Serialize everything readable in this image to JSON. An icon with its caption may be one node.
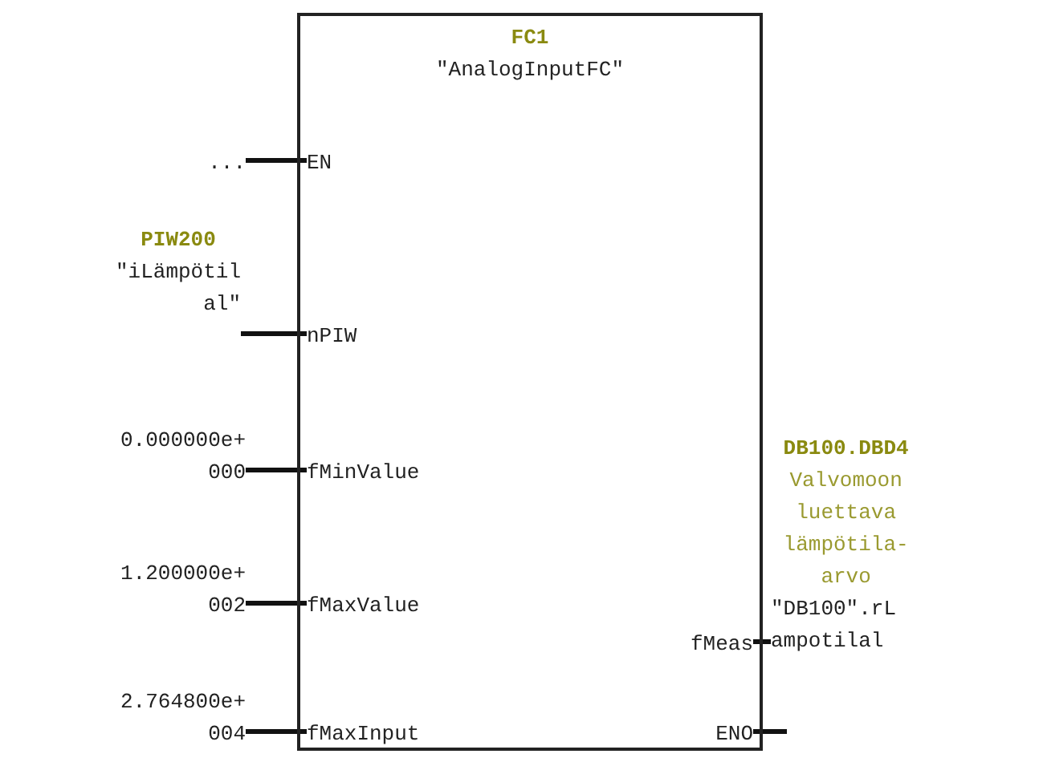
{
  "diagram": {
    "nodes": [
      {
        "text": [
          "FC1",
          "\"AnalogInputFC\""
        ]
      },
      {
        "text": [
          "EN"
        ],
        "in": 0
      },
      {
        "text": [
          "nPIW"
        ],
        "in": 0
      },
      {
        "text": [
          "fMinValue"
        ],
        "in": 0
      },
      {
        "text": [
          "fMaxValue"
        ],
        "in": 0
      },
      {
        "text": [
          "fMaxInput"
        ],
        "in": 0
      },
      {
        "text": [
          "fMeas"
        ],
        "in": 0
      },
      {
        "text": [
          "ENO"
        ],
        "in": 0
      },
      {
        "text": [
          "..."
        ]
      },
      {
        "text": [
          "PIW200",
          "\"iLämpötilal\""
        ]
      },
      {
        "text": [
          "0.000000e+000"
        ]
      },
      {
        "text": [
          "1.200000e+002"
        ]
      },
      {
        "text": [
          "2.764800e+004"
        ]
      },
      {
        "text": [
          "DB100.DBD4",
          "Valvomoon luettava lämpötila-arvo",
          "\"DB100\".rLampotilal"
        ]
      }
    ],
    "edges": [
      {
        "from": 8,
        "to": 1,
        "arrow": "none"
      },
      {
        "from": 9,
        "to": 2,
        "arrow": "none"
      },
      {
        "from": 10,
        "to": 3,
        "arrow": "none"
      },
      {
        "from": 11,
        "to": 4,
        "arrow": "none"
      },
      {
        "from": 12,
        "to": 5,
        "arrow": "none"
      },
      {
        "from": 6,
        "to": 13,
        "arrow": "none"
      },
      {
        "from": 7,
        "to": null,
        "arrow": "none"
      }
    ]
  }
}
